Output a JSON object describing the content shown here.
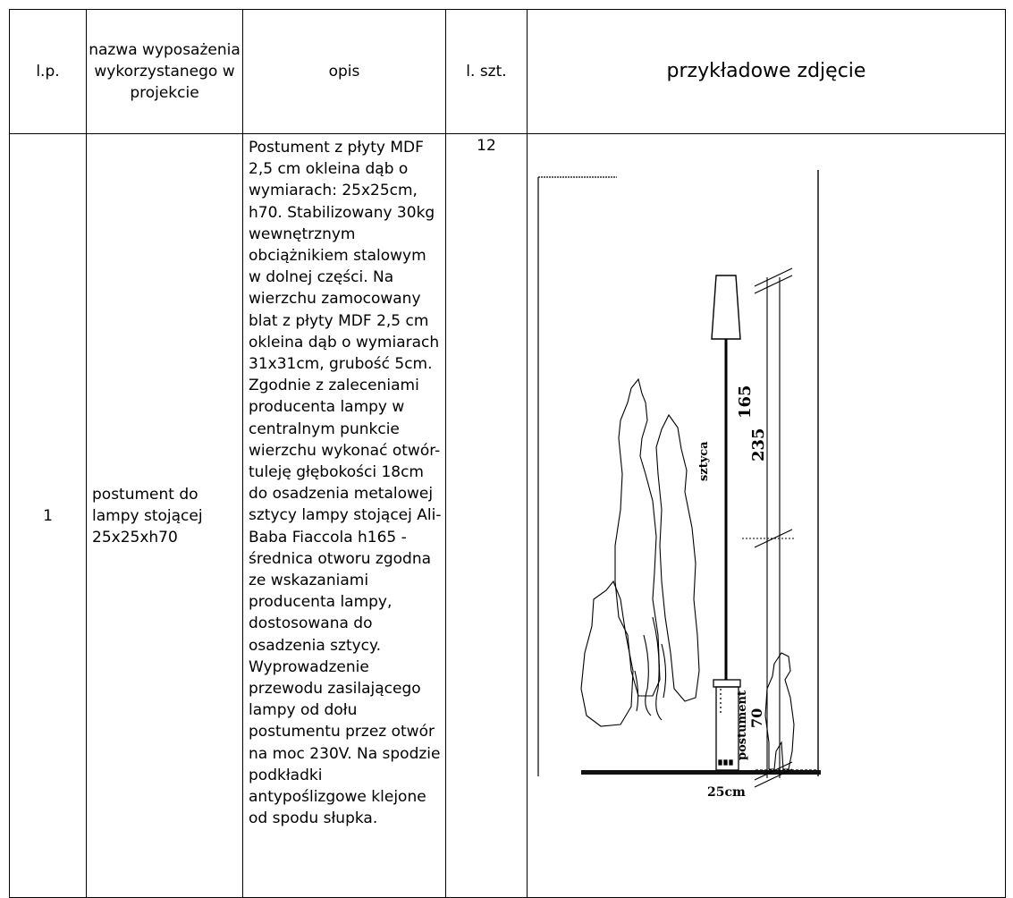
{
  "headers": {
    "lp": "l.p.",
    "name": "nazwa wyposażenia wykorzystanego w projekcie",
    "description": "opis",
    "quantity": "l. szt.",
    "photo": "przykładowe zdjęcie"
  },
  "rows": [
    {
      "lp": "1",
      "name": "postument do lampy stojącej 25x25xh70",
      "description": "Postument z płyty MDF 2,5 cm okleina dąb o wymiarach: 25x25cm, h70. Stabilizowany 30kg wewnętrznym obciążnikiem stalowym w dolnej części. Na wierzchu zamocowany blat z płyty MDF 2,5 cm okleina dąb o wymiarach 31x31cm, grubość 5cm. Zgodnie z zaleceniami producenta lampy w centralnym punkcie wierzchu wykonać otwór-tuleję głębokości 18cm do osadzenia metalowej sztycy lampy stojącej Ali-Baba Fiaccola h165 - średnica otworu zgodna ze wskazaniami producenta lampy, dostosowana do osadzenia sztycy. Wyprowadzenie przewodu zasilającego lampy od dołu postumentu przez otwór na moc 230V.  Na spodzie podkładki antypoślizgowe klejone od spodu słupka.",
      "quantity": "12",
      "drawing": {
        "label_165": "165",
        "label_235": "235",
        "label_70": "70",
        "label_sztyca": "sztyca",
        "label_postument": "postument",
        "label_25cm": "25cm"
      }
    }
  ]
}
